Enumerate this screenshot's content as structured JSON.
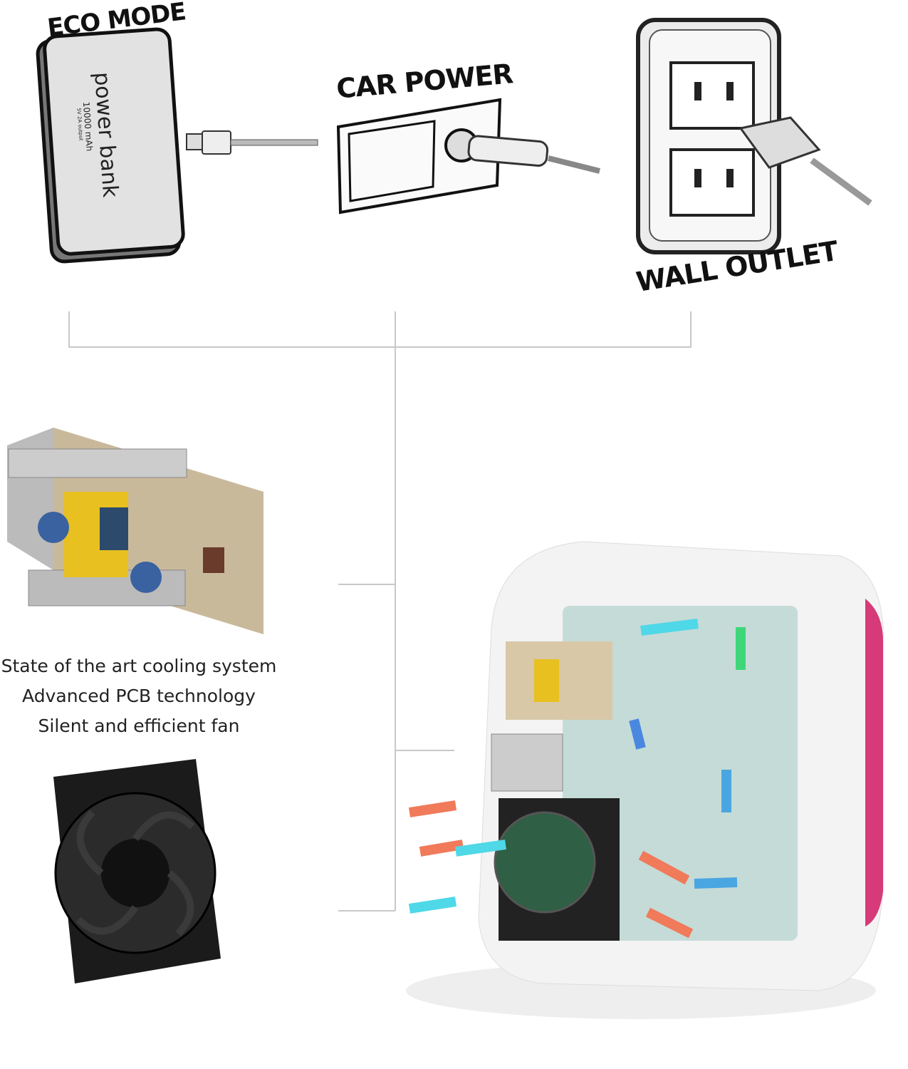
{
  "sources": {
    "eco_mode": {
      "title": "ECO MODE",
      "device_name": "power bank",
      "capacity": "10000 mAh",
      "output": "5V 2A output"
    },
    "car_power": {
      "title": "CAR POWER"
    },
    "wall_outlet": {
      "title": "WALL OUTLET"
    }
  },
  "features": [
    "State of the art cooling system",
    "Advanced PCB technology",
    "Silent and efficient fan"
  ],
  "colors": {
    "accent_pink": "#d63a78",
    "cool_arrow": "#4fd8e8",
    "hot_arrow": "#f07a5a",
    "line": "#c8c8c8"
  }
}
